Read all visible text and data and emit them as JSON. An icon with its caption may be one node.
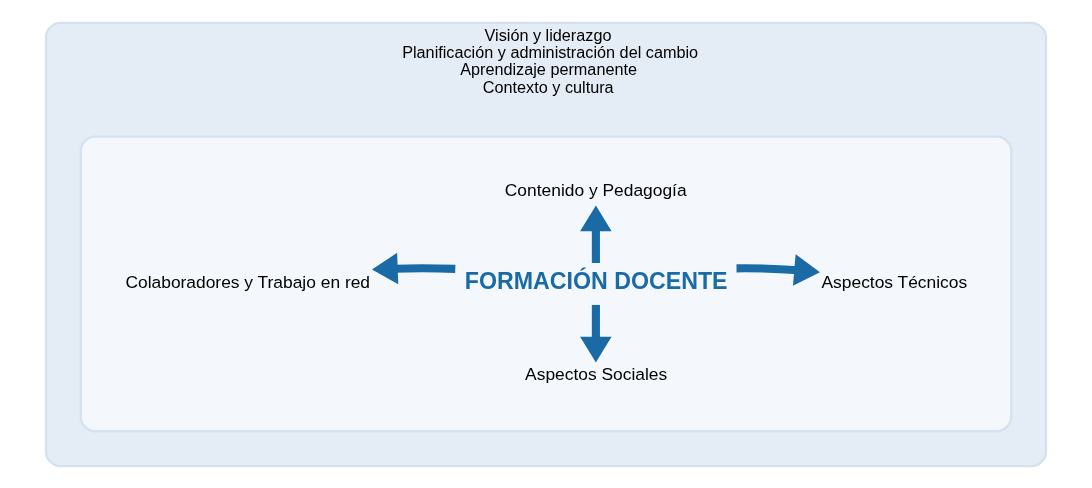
{
  "diagram": {
    "nodes": [
      {
        "text": [
          "Visión y liderazgo",
          "Planificación y administración del cambio",
          "Aprendizaje permanente",
          "Contexto y cultura"
        ]
      },
      {
        "text": [],
        "shape": "ellipse",
        "in": 0
      },
      {
        "text": [
          "Contenido y Pedagogía"
        ],
        "in": 1
      },
      {
        "text": [
          "Colaboradores y Trabajo en red"
        ],
        "in": 1
      },
      {
        "text": [
          "FORMACIÓN DOCENTE"
        ],
        "in": 1
      },
      {
        "text": [
          "Aspectos Técnicos"
        ],
        "in": 1
      },
      {
        "text": [
          "Aspectos Sociales"
        ],
        "in": 1
      }
    ],
    "edges": [
      {
        "from": 4,
        "to": 2,
        "arrow": "to"
      },
      {
        "from": 4,
        "to": 3,
        "arrow": "to"
      },
      {
        "from": 4,
        "to": 5,
        "arrow": "to"
      },
      {
        "from": 4,
        "to": 6,
        "arrow": "to"
      }
    ]
  }
}
